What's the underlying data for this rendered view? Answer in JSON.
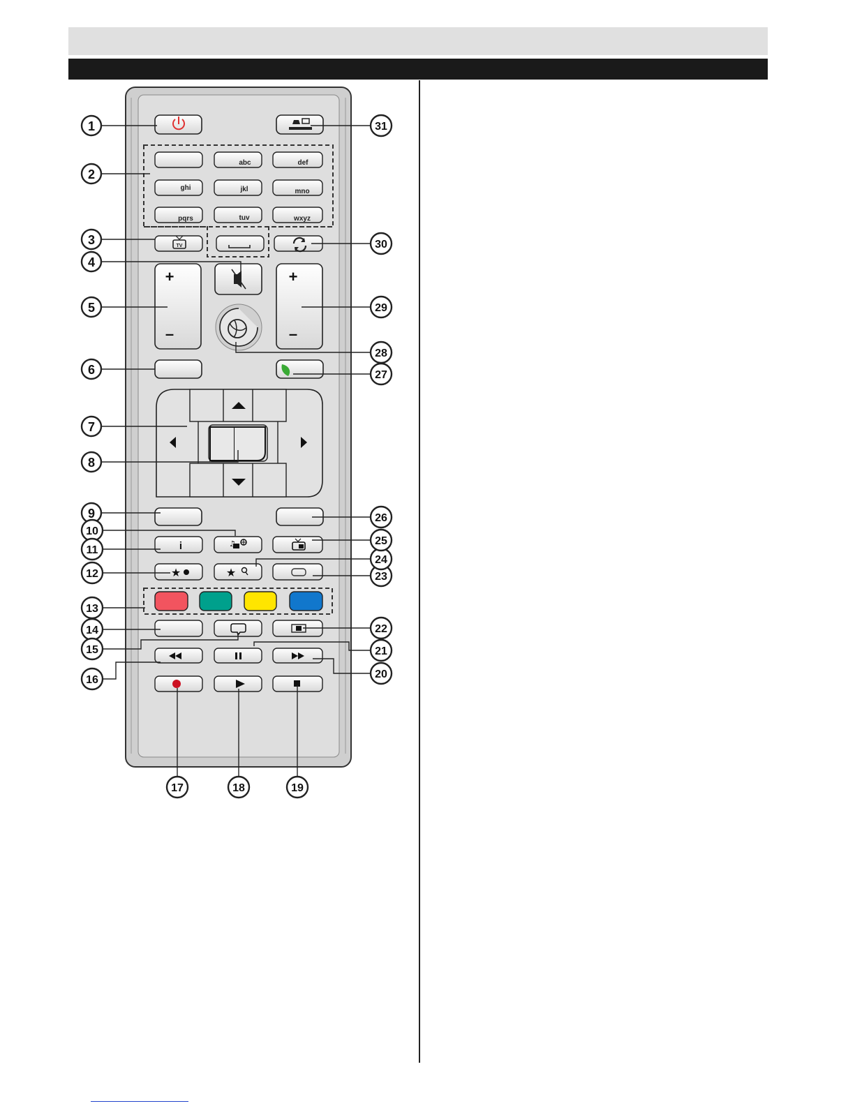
{
  "keypad": {
    "row1": [
      "",
      "abc",
      "def"
    ],
    "row2": [
      "ghi",
      "jkl",
      "mno"
    ],
    "row3": [
      "pqrs",
      "tuv",
      "wxyz"
    ]
  },
  "buttons": {
    "volume_plus": "+",
    "volume_minus": "–",
    "program_plus": "+",
    "program_minus": "–",
    "info": "i"
  },
  "colour_keys": {
    "red": "#f2545f",
    "green": "#00a08c",
    "yellow": "#ffe500",
    "blue": "#1177cc"
  },
  "accent": {
    "power": "#e03030",
    "record": "#cc1122",
    "eco_leaf": "#3aaa35"
  },
  "callouts": [
    "1",
    "2",
    "3",
    "4",
    "5",
    "6",
    "7",
    "8",
    "9",
    "10",
    "11",
    "12",
    "13",
    "14",
    "15",
    "16",
    "17",
    "18",
    "19",
    "20",
    "21",
    "22",
    "23",
    "24",
    "25",
    "26",
    "27",
    "28",
    "29",
    "30",
    "31"
  ],
  "icons": [
    "power-icon",
    "source-icon",
    "tv-icon",
    "space-icon",
    "swap-icon",
    "mute-icon",
    "internet-icon",
    "eco-leaf-icon",
    "up-arrow-icon",
    "down-arrow-icon",
    "left-arrow-icon",
    "right-arrow-icon",
    "media-browser-icon",
    "epg-icon",
    "favourite-icon",
    "search-icon",
    "subtitle-icon",
    "teletext-icon",
    "screen-icon",
    "rewind-icon",
    "pause-icon",
    "fast-forward-icon",
    "record-icon",
    "play-icon",
    "stop-icon"
  ]
}
